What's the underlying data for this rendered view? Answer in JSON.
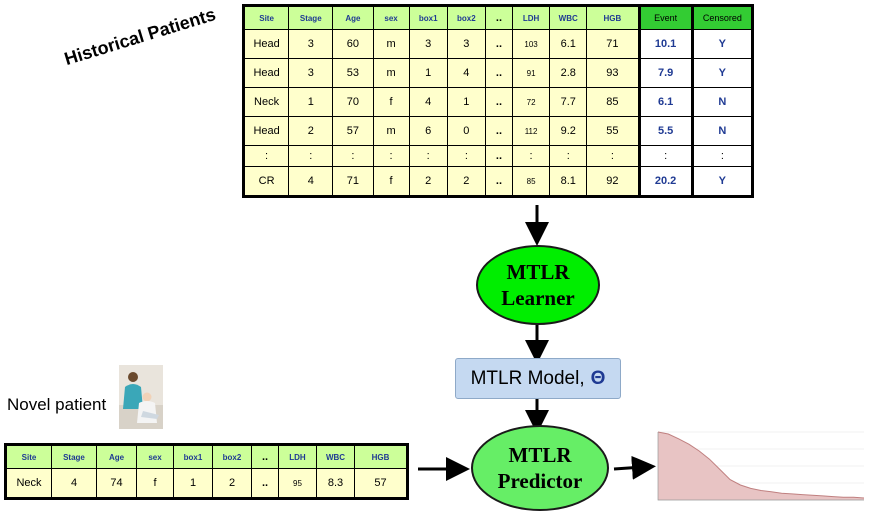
{
  "labels": {
    "historical": "Historical Patients",
    "novel": "Novel patient"
  },
  "historical_table": {
    "headers": [
      "Site",
      "Stage",
      "Age",
      "sex",
      "box1",
      "box2",
      "..",
      "LDH",
      "WBC",
      "HGB"
    ],
    "outcome_headers": [
      "Event",
      "Censored"
    ],
    "rows": [
      {
        "cells": [
          "Head",
          "3",
          "60",
          "m",
          "3",
          "3",
          "..",
          "103",
          "6.1",
          "71"
        ],
        "outcome": [
          "10.1",
          "Y"
        ]
      },
      {
        "cells": [
          "Head",
          "3",
          "53",
          "m",
          "1",
          "4",
          "..",
          "91",
          "2.8",
          "93"
        ],
        "outcome": [
          "7.9",
          "Y"
        ]
      },
      {
        "cells": [
          "Neck",
          "1",
          "70",
          "f",
          "4",
          "1",
          "..",
          "72",
          "7.7",
          "85"
        ],
        "outcome": [
          "6.1",
          "N"
        ]
      },
      {
        "cells": [
          "Head",
          "2",
          "57",
          "m",
          "6",
          "0",
          "..",
          "112",
          "9.2",
          "55"
        ],
        "outcome": [
          "5.5",
          "N"
        ]
      },
      {
        "cells": [
          ":",
          ":",
          ":",
          ":",
          ":",
          ":",
          "..",
          ":",
          ":",
          ":"
        ],
        "outcome": [
          ":",
          ":"
        ]
      },
      {
        "cells": [
          "CR",
          "4",
          "71",
          "f",
          "2",
          "2",
          "..",
          "85",
          "8.1",
          "92"
        ],
        "outcome": [
          "20.2",
          "Y"
        ]
      }
    ]
  },
  "novel_table": {
    "headers": [
      "Site",
      "Stage",
      "Age",
      "sex",
      "box1",
      "box2",
      "..",
      "LDH",
      "WBC",
      "HGB"
    ],
    "row": [
      "Neck",
      "4",
      "74",
      "f",
      "1",
      "2",
      "..",
      "95",
      "8.3",
      "57"
    ]
  },
  "learner": {
    "line1": "MTLR",
    "line2": "Learner",
    "color": "#00ee00"
  },
  "model": {
    "label": "MTLR Model,",
    "symbol": "Θ",
    "color": "#c5d9f1"
  },
  "predictor": {
    "line1": "MTLR",
    "line2": "Predictor",
    "color": "#66ee66"
  },
  "colors": {
    "header": "#ccff99",
    "cell": "#ffffcc",
    "outcome_header": "#33cc33",
    "curve_fill": "#e8c4c4",
    "curve_line": "#c08080"
  },
  "survival_curve": {
    "x": [
      0,
      0.05,
      0.1,
      0.15,
      0.2,
      0.25,
      0.3,
      0.35,
      0.4,
      0.45,
      0.5,
      0.55,
      0.6,
      0.65,
      0.7,
      0.75,
      0.8,
      0.85,
      0.9,
      0.95,
      1.0
    ],
    "y": [
      1.0,
      0.97,
      0.9,
      0.82,
      0.72,
      0.6,
      0.45,
      0.3,
      0.22,
      0.17,
      0.14,
      0.12,
      0.1,
      0.09,
      0.08,
      0.07,
      0.06,
      0.05,
      0.04,
      0.04,
      0.03
    ]
  }
}
